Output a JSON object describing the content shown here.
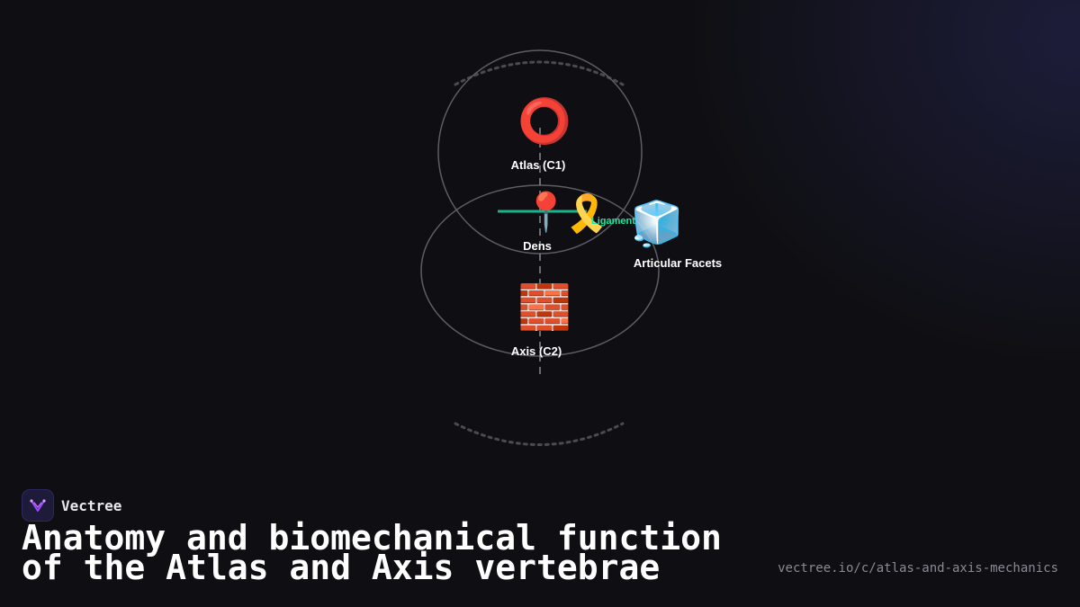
{
  "diagram": {
    "nodes": {
      "atlas": {
        "label": "Atlas (C1)",
        "icon": "ring-icon",
        "glyph": "⭕"
      },
      "dens": {
        "label": "Dens",
        "icon": "pin-icon",
        "glyph": "📍"
      },
      "axis": {
        "label": "Axis (C2)",
        "icon": "brick-icon",
        "glyph": "🧱"
      },
      "facets": {
        "label": "Articular Facets",
        "icon": "ice-cube-icon",
        "glyph": "🧊"
      }
    },
    "ligament": {
      "label": "Ligament",
      "icon": "ribbon-icon",
      "glyph": "🎗️",
      "color": "#1bb38c"
    }
  },
  "brand": {
    "name": "Vectree",
    "logo": "vectree-logo-icon"
  },
  "title": "Anatomy and biomechanical function of the Atlas and Axis vertebrae",
  "url": "vectree.io/c/atlas-and-axis-mechanics",
  "colors": {
    "background": "#0f0f13",
    "accent": "#20e3a0"
  }
}
